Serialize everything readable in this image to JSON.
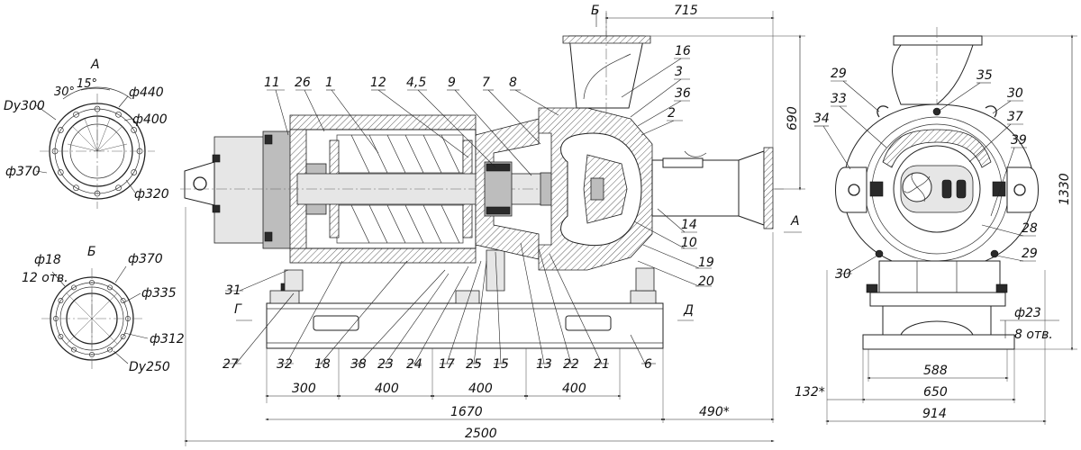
{
  "view_a": {
    "letter": "А",
    "angles": [
      "30°",
      "15°"
    ],
    "labels": [
      "Dy300",
      "ф440",
      "ф400",
      "ф370",
      "ф320"
    ]
  },
  "view_b": {
    "letter": "Б",
    "labels": [
      "ф18",
      "12 отв.",
      "ф370",
      "ф335",
      "ф312",
      "Dy250"
    ]
  },
  "front_view": {
    "section_letters": [
      "Б",
      "А",
      "Г",
      "Д"
    ],
    "top_dimension": "715",
    "height_dimension": "690",
    "positions_top": [
      "11",
      "26",
      "1",
      "12",
      "4,5",
      "9",
      "7",
      "8",
      "16",
      "3",
      "36",
      "2"
    ],
    "positions_right": [
      "14",
      "10",
      "19",
      "20"
    ],
    "positions_bottom": [
      "31",
      "27",
      "32",
      "18",
      "38",
      "23",
      "24",
      "17",
      "25",
      "15",
      "13",
      "22",
      "21",
      "6"
    ],
    "length_dimensions": [
      "300",
      "400",
      "400",
      "400"
    ],
    "frame_length": "1670",
    "overall_length": "2500",
    "offset_dimension": "490*"
  },
  "side_view": {
    "positions": [
      "29",
      "35",
      "30",
      "33",
      "37",
      "34",
      "39",
      "28",
      "29",
      "30"
    ],
    "height_dimension": "1330",
    "hole_diameter": "ф23",
    "hole_count": "8 отв.",
    "dims": [
      "588",
      "650",
      "914",
      "132*"
    ]
  }
}
